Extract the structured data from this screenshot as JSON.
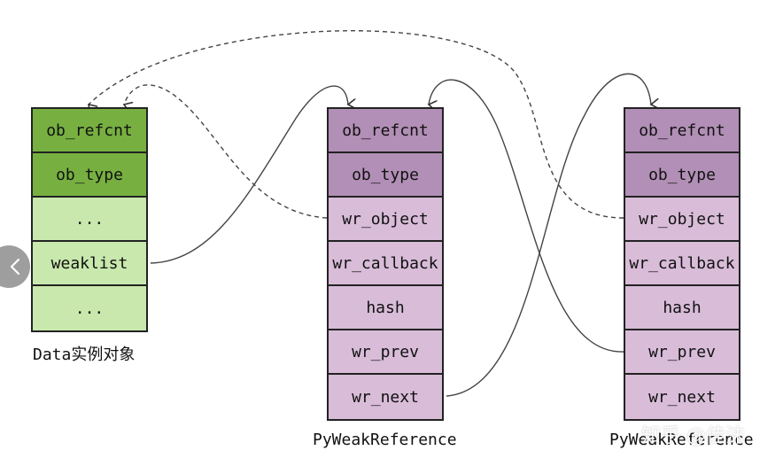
{
  "structs": {
    "data_instance": {
      "fields": [
        "ob_refcnt",
        "ob_type",
        "...",
        "weaklist",
        "..."
      ],
      "caption": "Data实例对象"
    },
    "weakref_1": {
      "fields": [
        "ob_refcnt",
        "ob_type",
        "wr_object",
        "wr_callback",
        "hash",
        "wr_prev",
        "wr_next"
      ],
      "caption": "PyWeakReference"
    },
    "weakref_2": {
      "fields": [
        "ob_refcnt",
        "ob_type",
        "wr_object",
        "wr_callback",
        "hash",
        "wr_prev",
        "wr_next"
      ],
      "caption": "PyWeakReference"
    }
  },
  "watermark": "知乎 @佳沫",
  "colors": {
    "data_header": "#77b041",
    "data_body": "#c8e8ad",
    "ref_header": "#b28fb6",
    "ref_body": "#d8bcd8"
  },
  "nav": {
    "icon": "chevron-left-icon"
  }
}
